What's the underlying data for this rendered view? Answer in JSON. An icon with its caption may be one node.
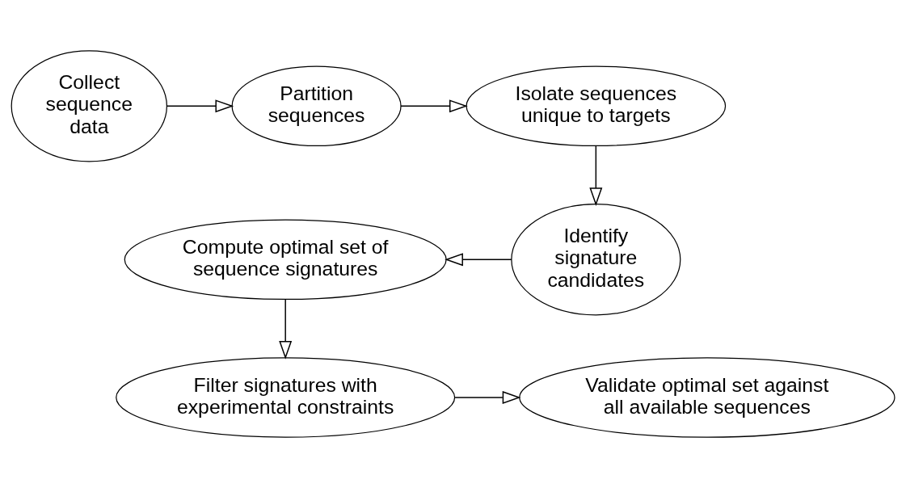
{
  "diagram": {
    "nodes": [
      {
        "text": [
          "Collect sequence data"
        ]
      },
      {
        "text": [
          "Partition sequences"
        ]
      },
      {
        "text": [
          "Isolate sequences unique to targets"
        ]
      },
      {
        "text": [
          "Identify signature candidates"
        ]
      },
      {
        "text": [
          "Compute optimal set of sequence signatures"
        ]
      },
      {
        "text": [
          "Filter signatures with experimental constraints"
        ]
      },
      {
        "text": [
          "Validate optimal set against all available sequences"
        ]
      }
    ],
    "edges": [
      {
        "from": 0,
        "to": 1,
        "arrow": "to"
      },
      {
        "from": 1,
        "to": 2,
        "arrow": "to"
      },
      {
        "from": 2,
        "to": 3,
        "arrow": "to"
      },
      {
        "from": 3,
        "to": 4,
        "arrow": "to"
      },
      {
        "from": 4,
        "to": 5,
        "arrow": "to"
      },
      {
        "from": 5,
        "to": 6,
        "arrow": "to"
      }
    ]
  }
}
